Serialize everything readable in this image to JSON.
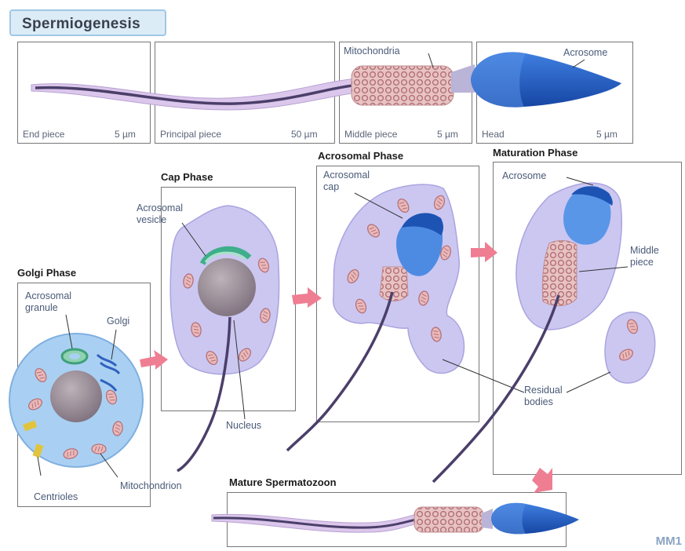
{
  "title": "Spermiogenesis",
  "segments": [
    {
      "name": "End piece",
      "size": "5 µm"
    },
    {
      "name": "Principal piece",
      "size": "50 µm"
    },
    {
      "name": "Middle piece",
      "size": "5 µm"
    },
    {
      "name": "Head",
      "size": "5 µm"
    }
  ],
  "top_labels": {
    "mitochondria": "Mitochondria",
    "acrosome": "Acrosome"
  },
  "phases": {
    "golgi": {
      "heading": "Golgi Phase",
      "labels": {
        "granule": "Acrosomal\ngranule",
        "golgi": "Golgi",
        "centrioles": "Centrioles",
        "mitochondrion": "Mitochondrion"
      }
    },
    "cap": {
      "heading": "Cap Phase",
      "labels": {
        "vesicle": "Acrosomal\nvesicle",
        "nucleus": "Nucleus"
      }
    },
    "acrosomal": {
      "heading": "Acrosomal Phase",
      "labels": {
        "cap": "Acrosomal\ncap"
      }
    },
    "maturation": {
      "heading": "Maturation Phase",
      "labels": {
        "acrosome": "Acrosome",
        "middle_piece": "Middle\npiece",
        "residual": "Residual\nbodies"
      }
    },
    "mature": {
      "heading": "Mature Spermatozoon"
    }
  },
  "logo": "MM1",
  "colors": {
    "cytoplasm": "#c9c6f0",
    "nucleus": "#8e8190",
    "acrosome": "#1d5cc0",
    "mitochondria": "#c98888",
    "tail": "#4b3f6a",
    "arrow": "#ef7e93",
    "golgi_cell": "#a9d0f2"
  }
}
